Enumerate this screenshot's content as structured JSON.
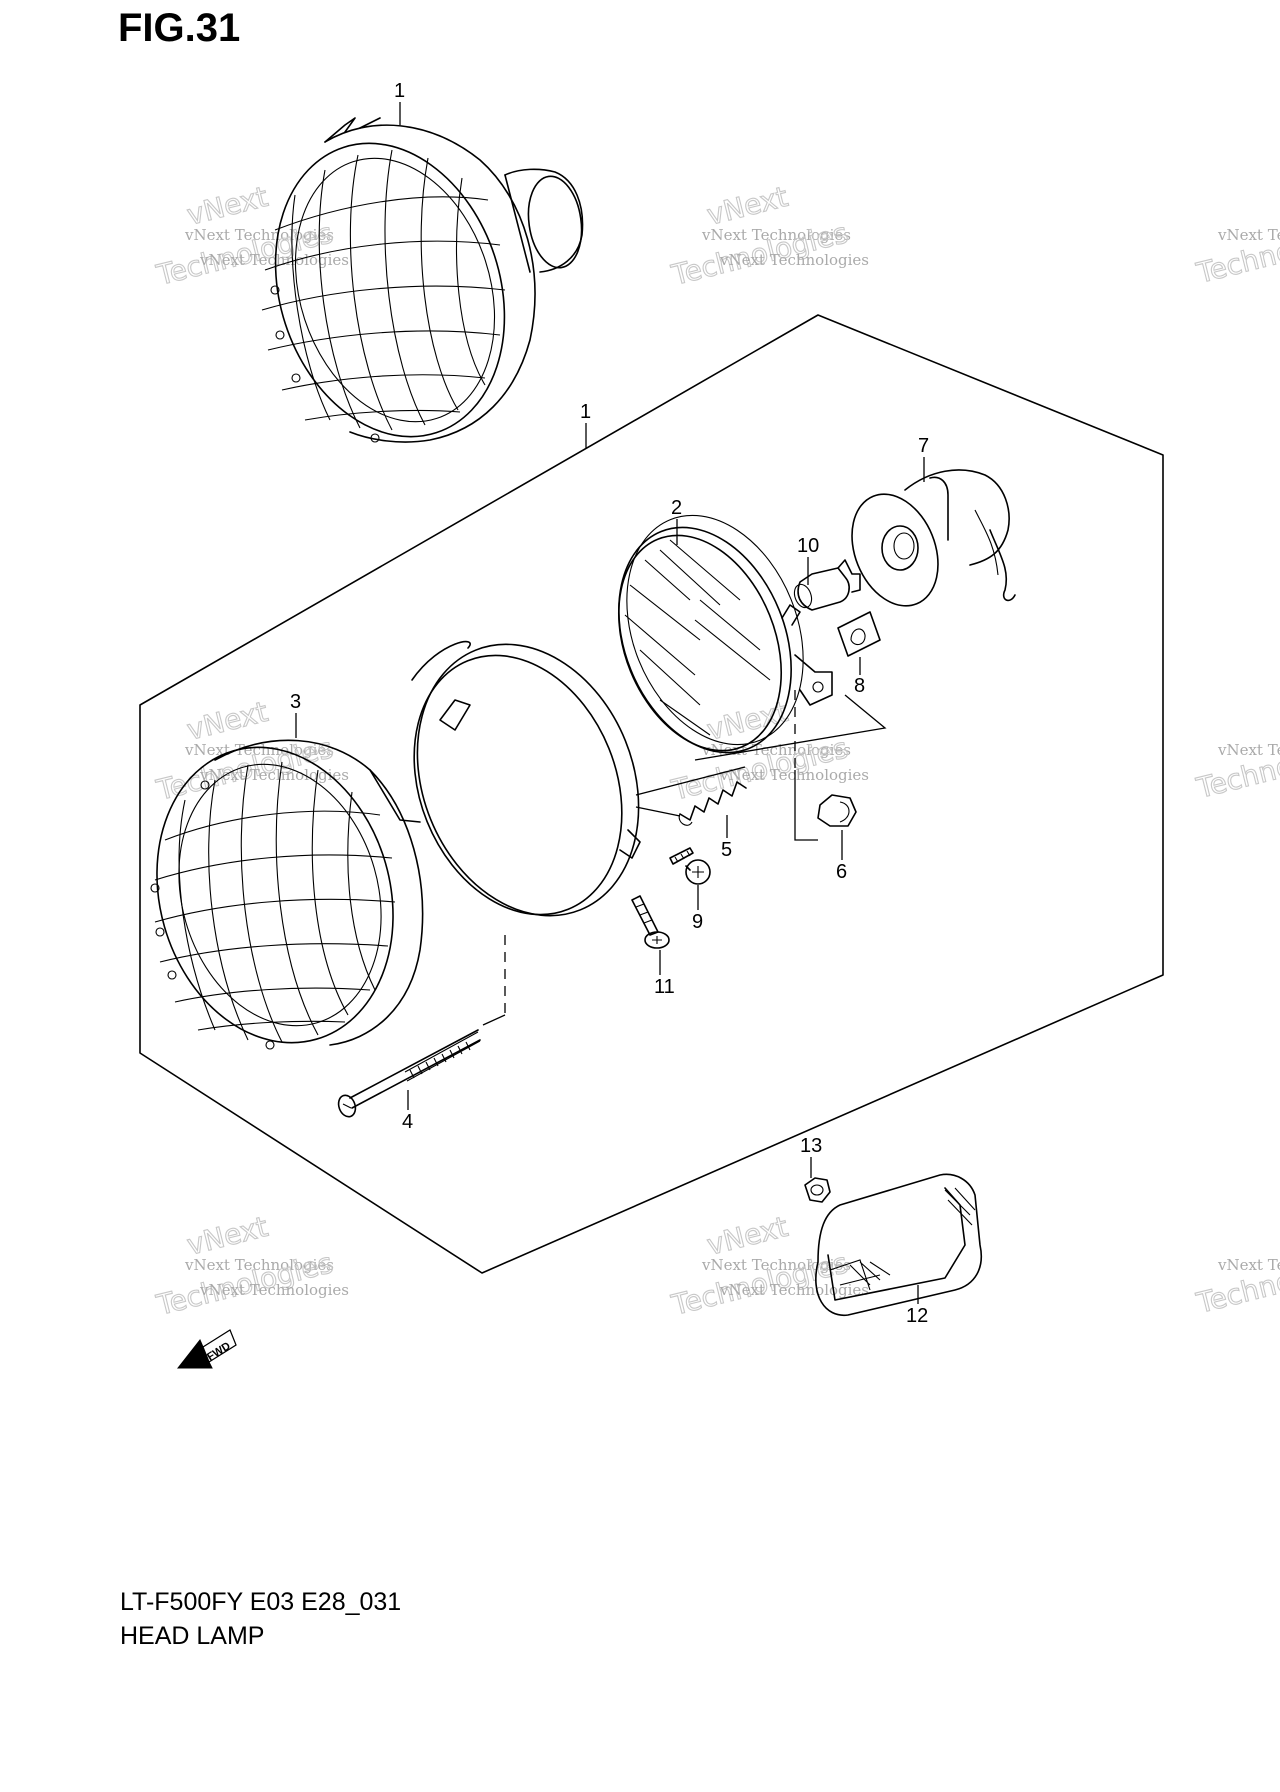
{
  "figure": {
    "title": "FIG.31",
    "model_code": "LT-F500FY E03 E28_031",
    "diagram_title": "HEAD LAMP"
  },
  "callouts": [
    {
      "id": "c1a",
      "label": "1",
      "part": "headlamp assembly (complete)"
    },
    {
      "id": "c1b",
      "label": "1",
      "part": "headlamp assembly (exploded)"
    },
    {
      "id": "c2",
      "label": "2",
      "part": "lens and reflector unit"
    },
    {
      "id": "c3",
      "label": "3",
      "part": "headlamp housing with guard"
    },
    {
      "id": "c4",
      "label": "4",
      "part": "long screw"
    },
    {
      "id": "c5",
      "label": "5",
      "part": "spring"
    },
    {
      "id": "c6",
      "label": "6",
      "part": "nut"
    },
    {
      "id": "c7",
      "label": "7",
      "part": "bulb socket"
    },
    {
      "id": "c8",
      "label": "8",
      "part": "clamp plate"
    },
    {
      "id": "c9",
      "label": "9",
      "part": "adjusting screw"
    },
    {
      "id": "c10",
      "label": "10",
      "part": "bulb"
    },
    {
      "id": "c11",
      "label": "11",
      "part": "screw"
    },
    {
      "id": "c12",
      "label": "12",
      "part": "reflector"
    },
    {
      "id": "c13",
      "label": "13",
      "part": "nut"
    }
  ],
  "direction_marker": {
    "label": "FWD",
    "icon": "fwd-arrow-icon"
  },
  "watermark": {
    "line1": "vNext",
    "line2": "vNext Technologies",
    "line3": "Technologies"
  },
  "colors": {
    "line": "#000000",
    "background": "#ffffff",
    "watermark": "#c8c8c8"
  }
}
